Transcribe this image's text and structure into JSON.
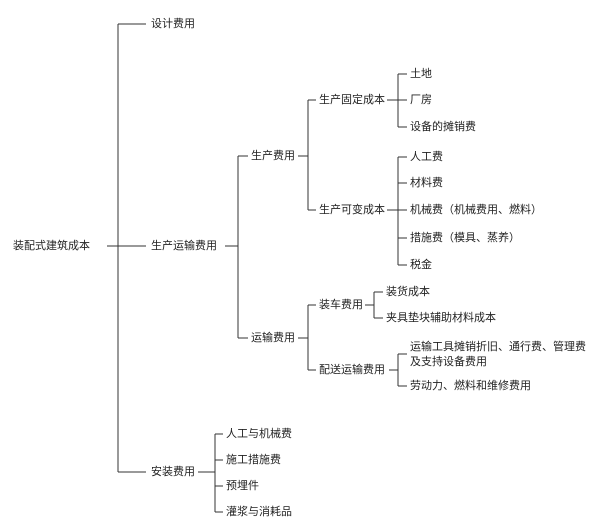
{
  "diagram": {
    "root": "装配式建筑成本",
    "level1": {
      "design": "设计费用",
      "production_transport": "生产运输费用",
      "installation": "安装费用"
    },
    "production": {
      "label": "生产费用",
      "fixed": {
        "label": "生产固定成本",
        "items": [
          "土地",
          "厂房",
          "设备的摊销费"
        ]
      },
      "variable": {
        "label": "生产可变成本",
        "items": [
          "人工费",
          "材料费",
          "机械费（机械费用、燃料）",
          "措施费（模具、蒸养）",
          "税金"
        ]
      }
    },
    "transport": {
      "label": "运输费用",
      "loading": {
        "label": "装车费用",
        "items": [
          "装货成本",
          "夹具垫块辅助材料成本"
        ]
      },
      "delivery": {
        "label": "配送运输费用",
        "items": [
          "运输工具摊销折旧、通行费、管理费及支持设备费用",
          "劳动力、燃料和维修费用"
        ]
      }
    },
    "install": {
      "items": [
        "人工与机械费",
        "施工措施费",
        "预埋件",
        "灌浆与消耗品"
      ]
    }
  }
}
